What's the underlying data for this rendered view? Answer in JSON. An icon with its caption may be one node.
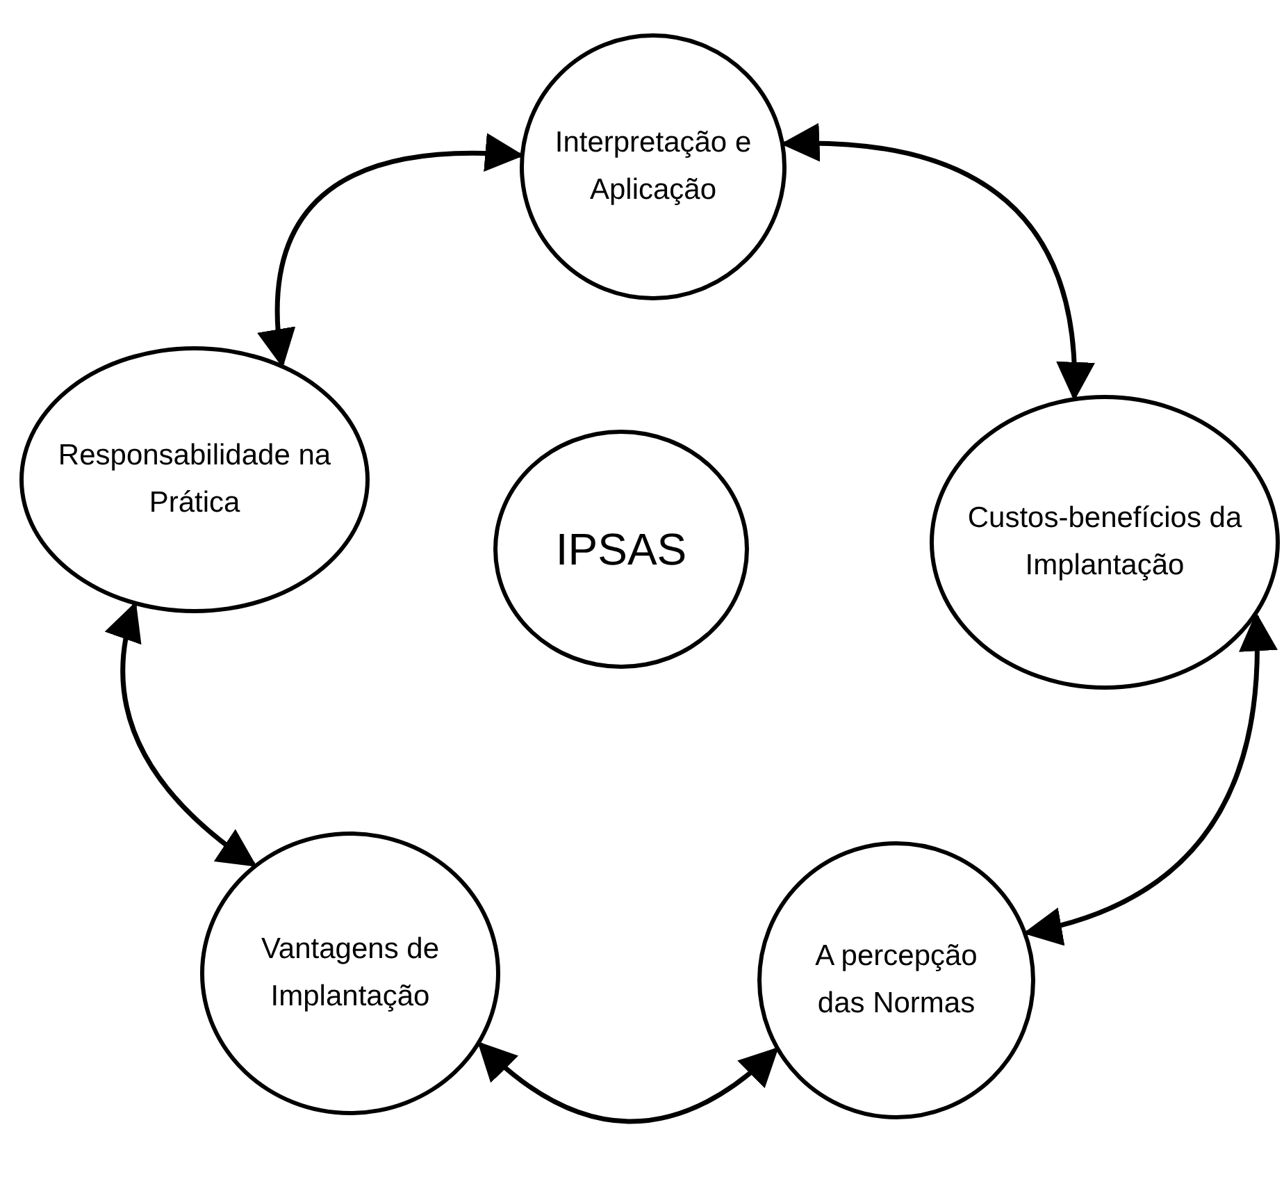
{
  "diagram": {
    "nodes": [
      {
        "text": [
          "Interpretação e Aplicação"
        ]
      },
      {
        "text": [
          "Custos-benefícios da Implantação"
        ]
      },
      {
        "text": [
          "A percepção das Normas"
        ]
      },
      {
        "text": [
          "Vantagens de Implantação"
        ]
      },
      {
        "text": [
          "Responsabilidade na Prática"
        ]
      },
      {
        "text": [
          "IPSAS"
        ]
      }
    ],
    "edges": [
      {
        "from": 4,
        "to": 0,
        "arrow": "both"
      },
      {
        "from": 0,
        "to": 1,
        "arrow": "both"
      },
      {
        "from": 1,
        "to": 2,
        "arrow": "both"
      },
      {
        "from": 2,
        "to": 3,
        "arrow": "both"
      },
      {
        "from": 3,
        "to": 4,
        "arrow": "both"
      }
    ]
  }
}
